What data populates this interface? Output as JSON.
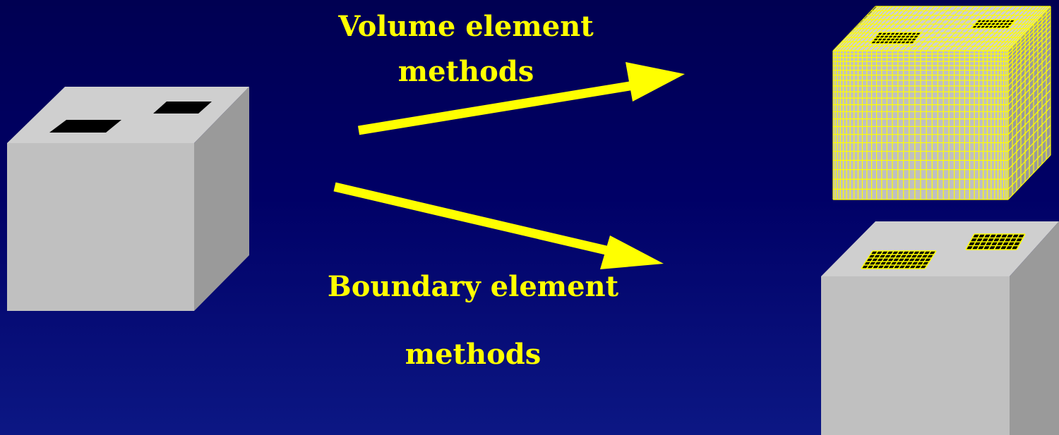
{
  "labels": {
    "volume_line1": "Volume element",
    "volume_line2": "methods",
    "boundary_line1": "Boundary element",
    "boundary_line2": "methods"
  },
  "colors": {
    "background_top": "#000052",
    "background_bottom": "#0c1784",
    "text": "#ffff00",
    "arrow": "#ffff00",
    "mesh": "#ffff00",
    "cube_front": "#c0c0c0",
    "cube_top": "#cfcfcf",
    "cube_side": "#9a9a9a",
    "electrode": "#000000"
  },
  "icons": [
    "plain-cube",
    "arrow-to-volume-mesh",
    "arrow-to-boundary-mesh",
    "volume-meshed-cube",
    "boundary-meshed-cube"
  ]
}
